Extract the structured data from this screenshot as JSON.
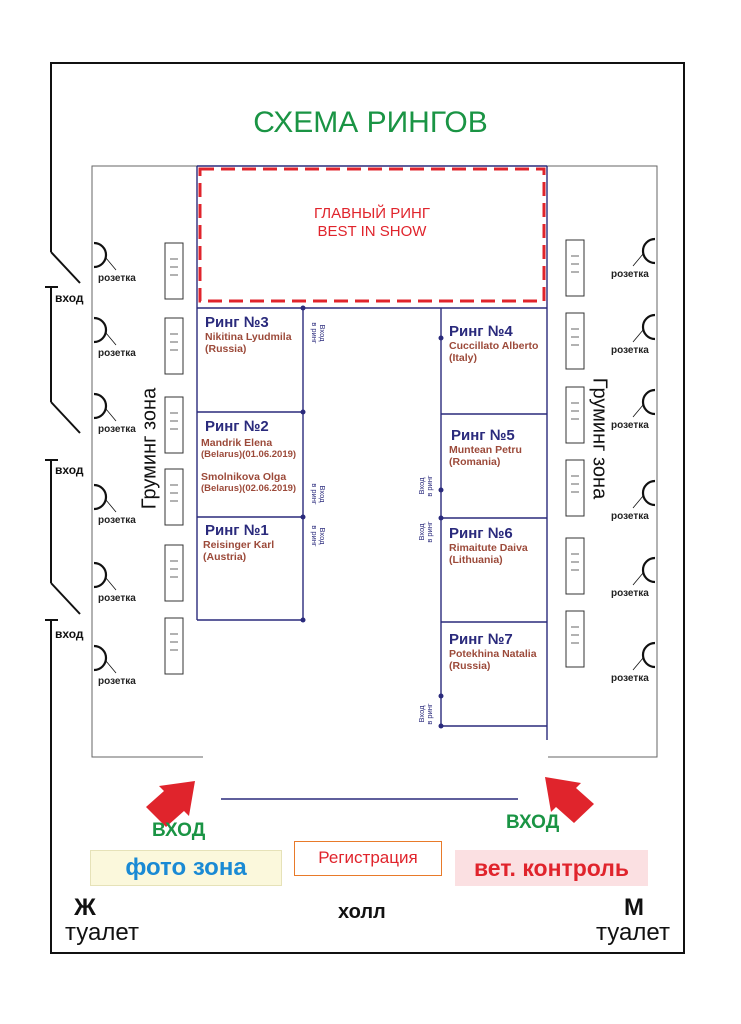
{
  "title": "СХЕМА РИНГОВ",
  "main_ring": {
    "line1": "ГЛАВНЫЙ РИНГ",
    "line2": "BEST IN SHOW"
  },
  "rings": [
    {
      "name": "Ринг №3",
      "judge1": "Nikitina Lyudmila",
      "judge1_country": "(Russia)"
    },
    {
      "name": "Ринг №2",
      "judge1": "Mandrik Elena",
      "judge1_country": "(Belarus)(01.06.2019)",
      "judge2": "Smolnikova Olga",
      "judge2_country": "(Belarus)(02.06.2019)"
    },
    {
      "name": "Ринг №1",
      "judge1": "Reisinger Karl",
      "judge1_country": "(Austria)"
    },
    {
      "name": "Ринг №4",
      "judge1": "Cuccillato Alberto",
      "judge1_country": "(Italy)"
    },
    {
      "name": "Ринг №5",
      "judge1": "Muntean Petru",
      "judge1_country": "(Romania)"
    },
    {
      "name": "Ринг №6",
      "judge1": "Rimaitute Daiva",
      "judge1_country": "(Lithuania)"
    },
    {
      "name": "Ринг №7",
      "judge1": "Potekhina Natalia",
      "judge1_country": "(Russia)"
    }
  ],
  "entry_label": {
    "line1": "Вход",
    "line2": "в ринг"
  },
  "socket_label": "розетка",
  "door_label": "вход",
  "grooming_label": "Груминг зона",
  "entrance_label": "ВХОД",
  "photo_zone": "фото зона",
  "registration": "Регистрация",
  "vet_control": "вет. контроль",
  "toilet_w": {
    "letter": "Ж",
    "label": "туалет"
  },
  "toilet_m": {
    "letter": "М",
    "label": "туалет"
  },
  "hall": "холл",
  "colors": {
    "title": "#1a9444",
    "ring_line": "#2a2a7c",
    "main_ring": "#e0242c",
    "judge": "#9c4a3a",
    "arrow": "#e0242c",
    "photo_bg": "#fbf8dc",
    "photo_text": "#1a8ad4",
    "vet_bg": "#fbe0e2",
    "vet_text": "#e0242c",
    "registration_border": "#e87a2a"
  }
}
